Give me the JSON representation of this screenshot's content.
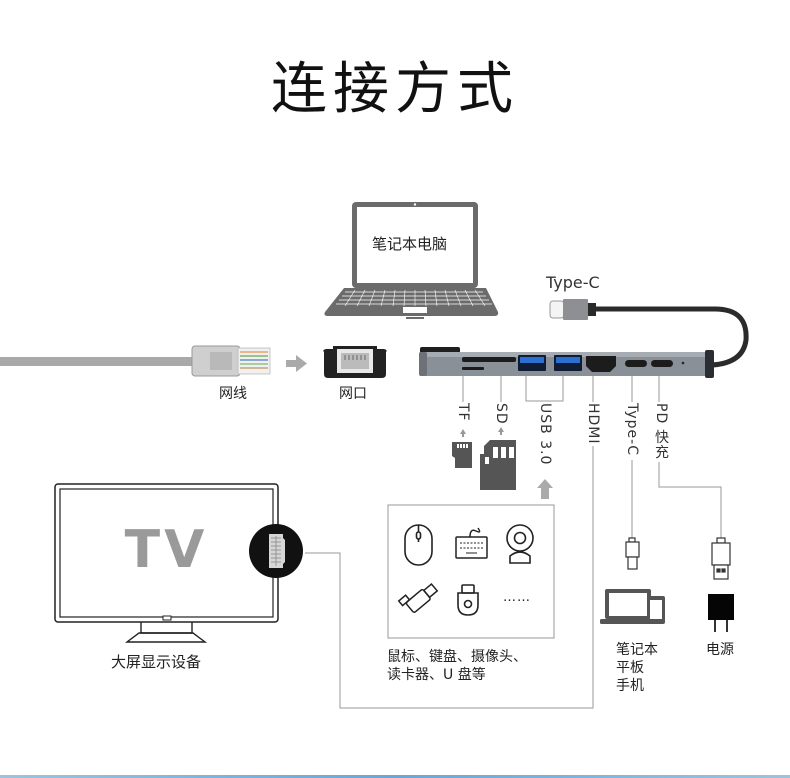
{
  "title": "连接方式",
  "laptop": {
    "screen_label": "笔记本电脑"
  },
  "hub": {
    "cable_label": "Type-C",
    "ports": [
      {
        "id": "tf",
        "label": "TF"
      },
      {
        "id": "sd",
        "label": "SD"
      },
      {
        "id": "usb",
        "label": "USB 3.0"
      },
      {
        "id": "hdmi",
        "label": "HDMI"
      },
      {
        "id": "typec",
        "label": "Type-C"
      },
      {
        "id": "pd",
        "label": "PD 快充"
      }
    ]
  },
  "network": {
    "cable_label": "网线",
    "port_label": "网口"
  },
  "tv": {
    "screen_text": "TV",
    "caption": "大屏显示设备"
  },
  "usb_devices": {
    "icons": [
      "mouse-icon",
      "keyboard-icon",
      "webcam-icon",
      "usb-drive-icon",
      "usb-dongle-icon",
      "ellipsis"
    ],
    "ellipsis": "……",
    "caption_line1": "鼠标、键盘、摄像头、",
    "caption_line2": "读卡器、U 盘等"
  },
  "typec_device": {
    "caption_lines": [
      "笔记本",
      "平板",
      "手机"
    ]
  },
  "power": {
    "caption": "电源"
  },
  "colors": {
    "line_gray": "#999999",
    "icon_dark": "#555555",
    "hub_gray": "#8a9098",
    "usb_blue": "#2b6fd0",
    "accent_blue": "#6aa6d6"
  }
}
